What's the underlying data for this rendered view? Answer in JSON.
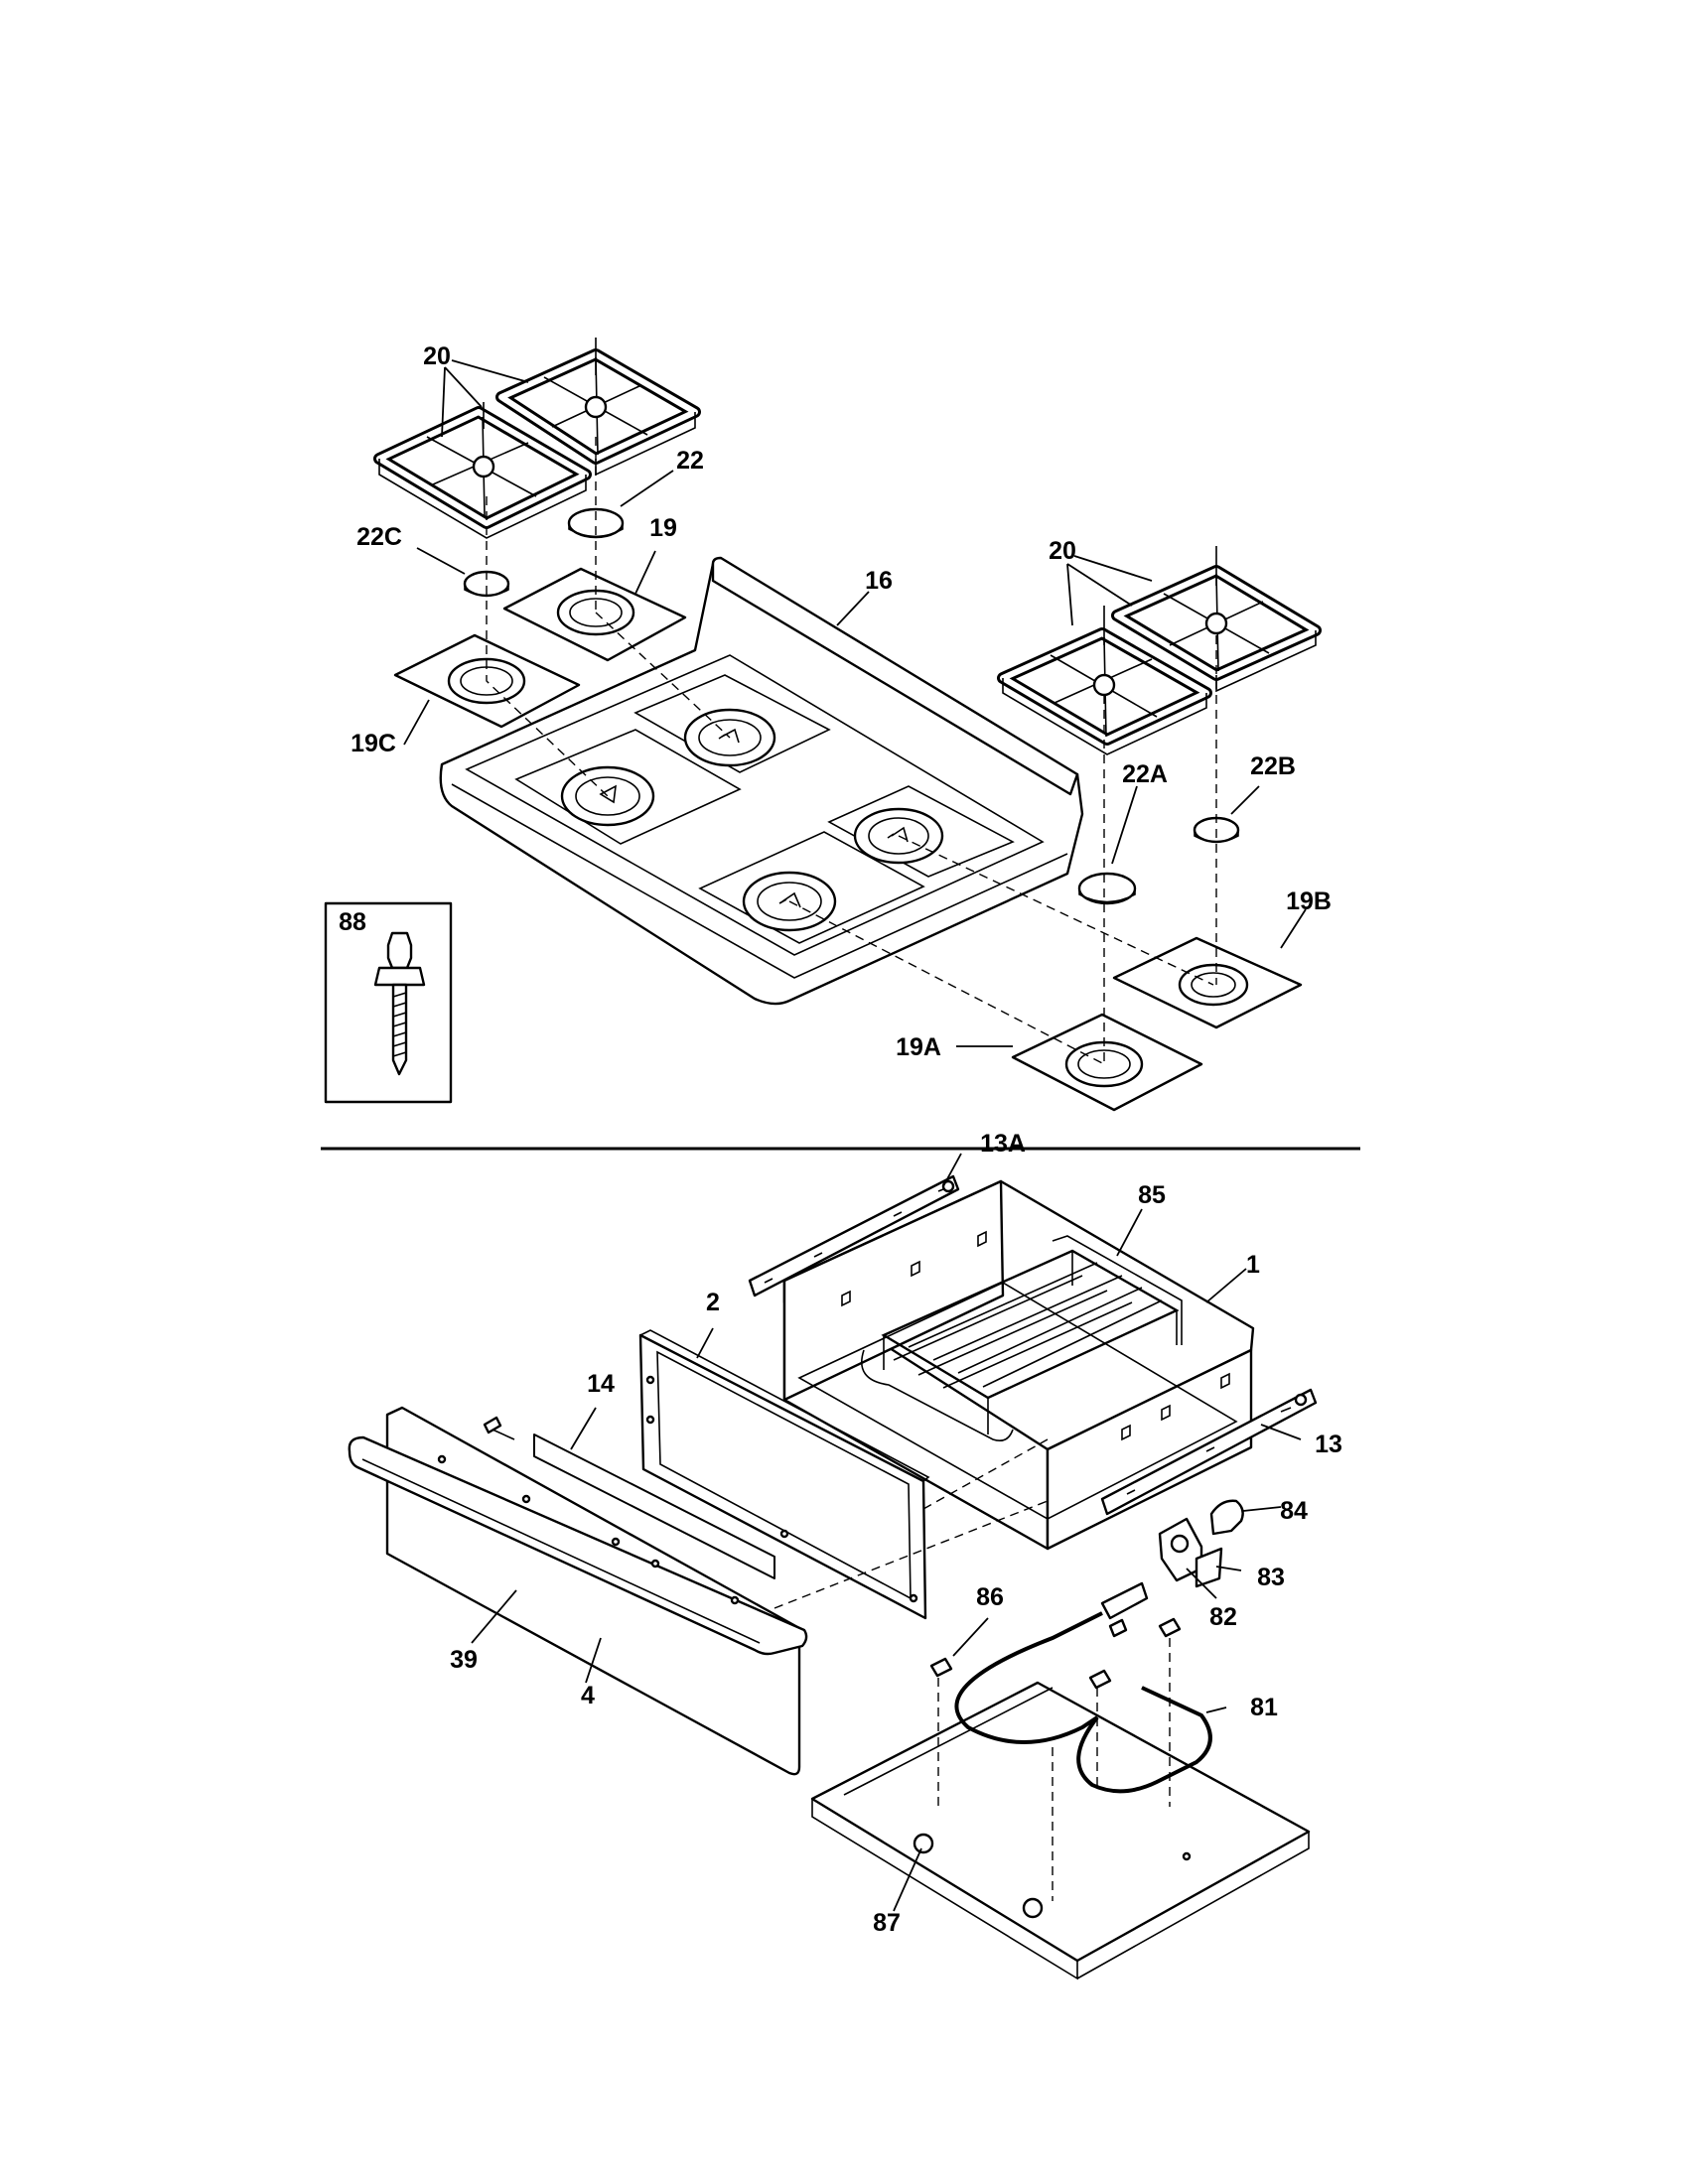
{
  "colors": {
    "ink": "#000000",
    "paper": "#ffffff"
  },
  "callouts": {
    "c20a": "20",
    "c22": "22",
    "c22c": "22C",
    "c19": "19",
    "c16": "16",
    "c19c": "19C",
    "c20b": "20",
    "c22a": "22A",
    "c22b": "22B",
    "c19b": "19B",
    "c19a": "19A",
    "c88": "88",
    "c13a": "13A",
    "c85": "85",
    "c1": "1",
    "c2": "2",
    "c14": "14",
    "c13": "13",
    "c84": "84",
    "c83": "83",
    "c82": "82",
    "c86": "86",
    "c39": "39",
    "c4": "4",
    "c81": "81",
    "c87": "87"
  }
}
